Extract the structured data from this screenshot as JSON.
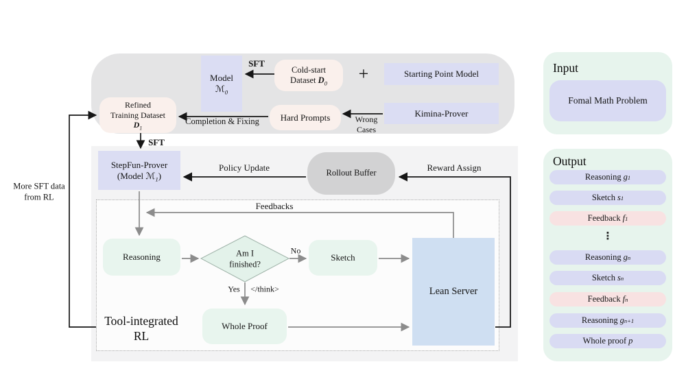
{
  "colors": {
    "container_gray": "#e4e4e5",
    "stage_gray": "#f3f3f4",
    "lavender": "#dbddf3",
    "soft_pink": "#faf0ec",
    "green": "#e8f5ee",
    "diamond_green": "#e3f2ea",
    "lean_blue": "#cfdff2",
    "rollout_gray": "#d2d2d3",
    "panel_green": "#e7f4ed",
    "pill_lavender": "#d9dbf3",
    "pill_pink": "#f8e2e2",
    "arrow_black": "#161616",
    "arrow_gray": "#8c8c8c"
  },
  "pipeline": {
    "model0": {
      "line1": "Model",
      "sym": "ℳ",
      "sub": "0"
    },
    "sft_top": "SFT",
    "cold_start": {
      "line1": "Cold-start",
      "pre": "Dataset ",
      "sym": "D",
      "sub": "0"
    },
    "plus": "+",
    "starting_point": "Starting Point Model",
    "kimina": "Kimina-Prover",
    "refined": {
      "line1": "Refined",
      "line2": "Training Dataset",
      "sym": "D",
      "sub": "1"
    },
    "completion": "Completion & Fixing",
    "hard_prompts": "Hard Prompts",
    "wrong_cases_1": "Wrong",
    "wrong_cases_2": "Cases",
    "sft_mid": "SFT",
    "stepfun": {
      "line1": "StepFun-Prover",
      "open": "(Model ",
      "sym": "ℳ",
      "sub": "1",
      "close": ")"
    },
    "policy_update": "Policy Update",
    "rollout": "Rollout Buffer",
    "reward_assign": "Reward Assign",
    "more_sft_1": "More SFT data",
    "more_sft_2": "from RL",
    "feedbacks": "Feedbacks",
    "reasoning": "Reasoning",
    "decision": {
      "line1": "Am I",
      "line2": "finished?"
    },
    "no": "No",
    "yes": "Yes",
    "think_tag": "</think>",
    "sketch": "Sketch",
    "whole_proof": "Whole Proof",
    "lean_server": "Lean Server",
    "rl_label_1": "Tool-integrated",
    "rl_label_2": "RL"
  },
  "input_panel": {
    "heading": "Input",
    "box": "Fomal Math Problem"
  },
  "output_panel": {
    "heading": "Output",
    "dots": "⋮",
    "items": [
      {
        "name": "Reasoning",
        "var": "g",
        "sub": "1",
        "style": "lavender"
      },
      {
        "name": "Sketch",
        "var": "s",
        "sub": "1",
        "style": "lavender"
      },
      {
        "name": "Feedback",
        "var": "f",
        "sub": "1",
        "style": "pink"
      },
      {
        "name": "Reasoning",
        "var": "g",
        "sub": "n",
        "style": "lavender"
      },
      {
        "name": "Sketch",
        "var": "s",
        "sub": "n",
        "style": "lavender"
      },
      {
        "name": "Feedback",
        "var": "f",
        "sub": "n",
        "style": "pink"
      },
      {
        "name": "Reasoning",
        "var": "g",
        "sub": "n+1",
        "style": "lavender"
      },
      {
        "name": "Whole proof",
        "var": "p",
        "sub": "",
        "style": "lavender"
      }
    ]
  }
}
